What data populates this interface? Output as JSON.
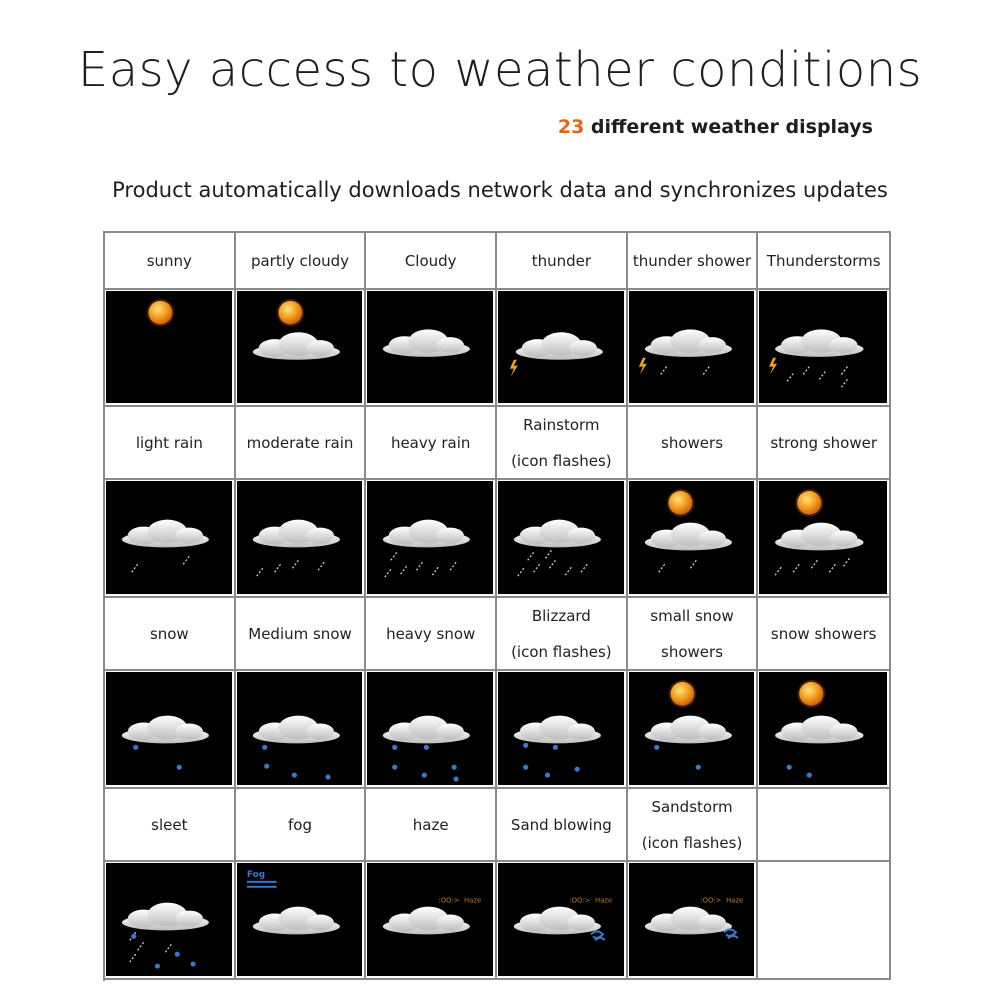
{
  "header": {
    "title": "Easy access to weather conditions",
    "count": "23",
    "count_suffix": " different weather displays",
    "description": "Product automatically downloads network data and synchronizes updates"
  },
  "rows": [
    {
      "labels": [
        {
          "lines": [
            "sunny"
          ]
        },
        {
          "lines": [
            "partly cloudy"
          ]
        },
        {
          "lines": [
            "Cloudy"
          ]
        },
        {
          "lines": [
            "thunder"
          ]
        },
        {
          "lines": [
            "thunder shower"
          ]
        },
        {
          "lines": [
            "Thunderstorms"
          ]
        }
      ],
      "icons": [
        "sun-icon",
        "sun-cloud-icon",
        "cloud-icon",
        "thunder-icon",
        "thunder-shower-icon",
        "thunderstorms-icon"
      ]
    },
    {
      "labels": [
        {
          "lines": [
            "light rain"
          ]
        },
        {
          "lines": [
            "moderate rain"
          ]
        },
        {
          "lines": [
            "heavy rain"
          ]
        },
        {
          "lines": [
            "Rainstorm",
            "(icon flashes)"
          ]
        },
        {
          "lines": [
            "showers"
          ]
        },
        {
          "lines": [
            "strong shower"
          ]
        }
      ],
      "icons": [
        "light-rain-icon",
        "moderate-rain-icon",
        "heavy-rain-icon",
        "rainstorm-icon",
        "showers-icon",
        "strong-shower-icon"
      ]
    },
    {
      "labels": [
        {
          "lines": [
            "snow"
          ]
        },
        {
          "lines": [
            "Medium snow"
          ]
        },
        {
          "lines": [
            "heavy snow"
          ]
        },
        {
          "lines": [
            "Blizzard",
            "(icon flashes)"
          ]
        },
        {
          "lines": [
            "small snow",
            "showers"
          ]
        },
        {
          "lines": [
            "snow showers"
          ]
        }
      ],
      "icons": [
        "snow-icon",
        "medium-snow-icon",
        "heavy-snow-icon",
        "blizzard-icon",
        "small-snow-showers-icon",
        "snow-showers-icon"
      ]
    },
    {
      "labels": [
        {
          "lines": [
            "sleet"
          ]
        },
        {
          "lines": [
            "fog"
          ]
        },
        {
          "lines": [
            "haze"
          ]
        },
        {
          "lines": [
            "Sand blowing"
          ]
        },
        {
          "lines": [
            "Sandstorm",
            "(icon flashes)"
          ]
        },
        {
          "lines": []
        }
      ],
      "icons": [
        "sleet-icon",
        "fog-icon",
        "haze-icon",
        "sand-blowing-icon",
        "sandstorm-icon",
        ""
      ]
    }
  ],
  "icon_text": {
    "fog": "Fog",
    "haze": "Haze"
  },
  "colors": {
    "sun": "#f29a1c",
    "cloud": "#e8e8e8",
    "rain": "#cfcfcf",
    "snow": "#3a78c8",
    "lightning": "#f0a020",
    "fog_text": "#3a78c8",
    "haze_text": "#c07a30"
  }
}
